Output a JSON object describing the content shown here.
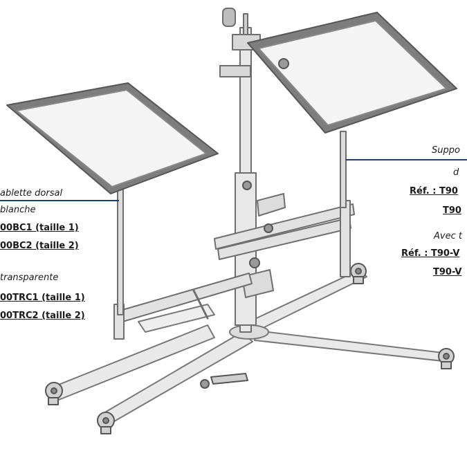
{
  "colors": {
    "callout_line": "#1f3b73",
    "text": "#1a1a1a",
    "tray_frame": "#7a7a7a",
    "tray_fill": "#f4f4f4"
  },
  "left_callout": {
    "title": "ablette dorsal",
    "sub1": "blanche",
    "ref1": "00BC1 (taille 1)",
    "ref2": "00BC2 (taille 2)",
    "sub2": "transparente",
    "ref3": "00TRC1 (taille 1)",
    "ref4": "00TRC2 (taille 2)"
  },
  "right_callout": {
    "title": "Suppo",
    "line2": "d",
    "ref1": "Réf. : T90",
    "ref2": "T90",
    "sub": "Avec t",
    "ref3": "Réf. : T90-V",
    "ref4": "T90-V"
  },
  "illustration": {
    "icon": "overbed-table-stand-illustration"
  }
}
